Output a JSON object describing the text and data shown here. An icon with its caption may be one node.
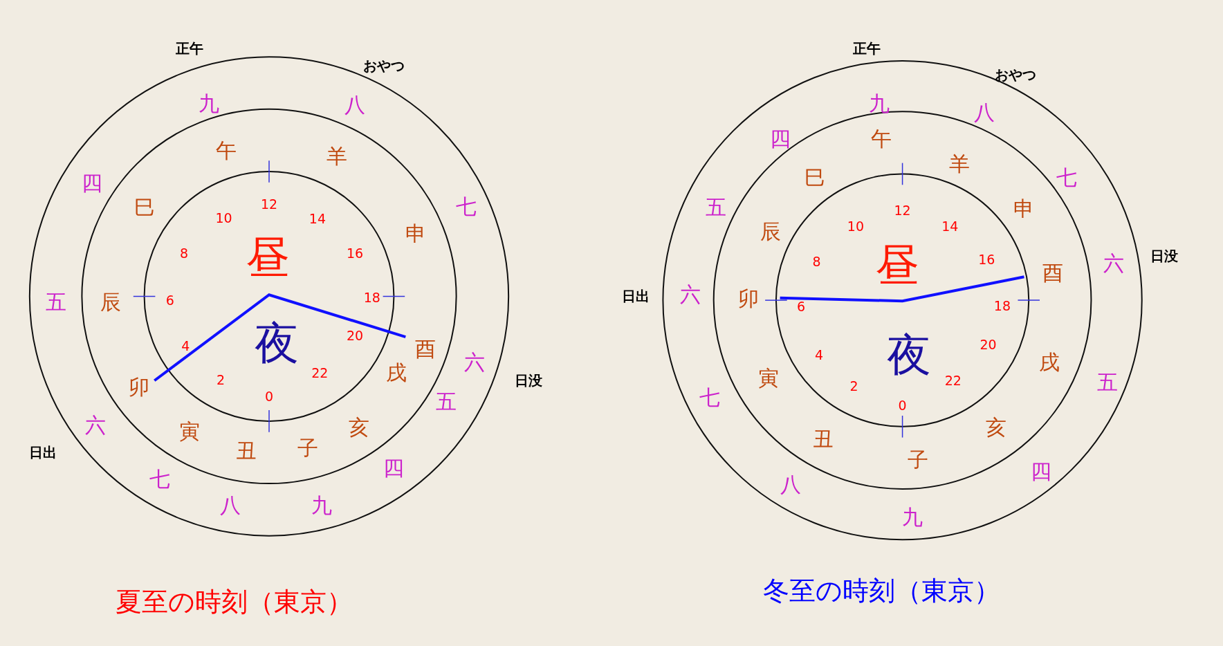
{
  "diagram": {
    "labels": [
      "正午",
      "おやつ",
      "九",
      "八",
      "七",
      "六",
      "五",
      "四",
      "九",
      "八",
      "七",
      "六",
      "五",
      "四",
      "午",
      "羊",
      "申",
      "酉",
      "戌",
      "亥",
      "子",
      "丑",
      "寅",
      "卯",
      "辰",
      "巳",
      "12",
      "14",
      "16",
      "18",
      "20",
      "22",
      "0",
      "2",
      "4",
      "6",
      "8",
      "10",
      "昼",
      "夜",
      "日没",
      "日出",
      "夏至の時刻（東京）",
      "正午",
      "おやつ",
      "九",
      "八",
      "七",
      "六",
      "五",
      "四",
      "九",
      "八",
      "七",
      "六",
      "五",
      "四",
      "午",
      "羊",
      "申",
      "酉",
      "戌",
      "亥",
      "子",
      "丑",
      "寅",
      "卯",
      "辰",
      "巳",
      "12",
      "14",
      "16",
      "18",
      "20",
      "22",
      "0",
      "2",
      "4",
      "6",
      "8",
      "10",
      "昼",
      "夜",
      "日没",
      "日出",
      "冬至の時刻（東京）"
    ]
  }
}
